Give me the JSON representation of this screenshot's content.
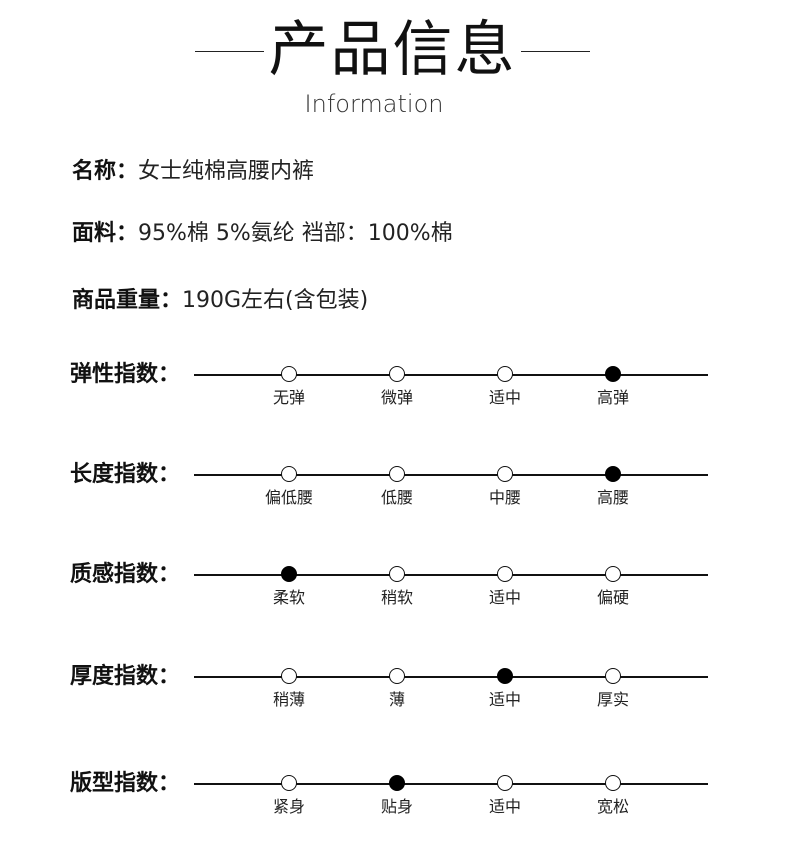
{
  "header": {
    "title": "产品信息",
    "subtitle": "Information"
  },
  "info": [
    {
      "label": "名称：",
      "value": "女士纯棉高腰内裤"
    },
    {
      "label": "面料：",
      "value": "95%棉 5%氨纶 裆部：100%棉"
    },
    {
      "label": "商品重量：",
      "value": "190G左右(含包装)"
    }
  ],
  "scales": [
    {
      "label": "弹性指数：",
      "options": [
        "无弹",
        "微弹",
        "适中",
        "高弹"
      ],
      "selected_index": 3
    },
    {
      "label": "长度指数：",
      "options": [
        "偏低腰",
        "低腰",
        "中腰",
        "高腰"
      ],
      "selected_index": 3
    },
    {
      "label": "质感指数：",
      "options": [
        "柔软",
        "稍软",
        "适中",
        "偏硬"
      ],
      "selected_index": 0
    },
    {
      "label": "厚度指数：",
      "options": [
        "稍薄",
        "薄",
        "适中",
        "厚实"
      ],
      "selected_index": 2
    },
    {
      "label": "版型指数：",
      "options": [
        "紧身",
        "贴身",
        "适中",
        "宽松"
      ],
      "selected_index": 1
    }
  ]
}
